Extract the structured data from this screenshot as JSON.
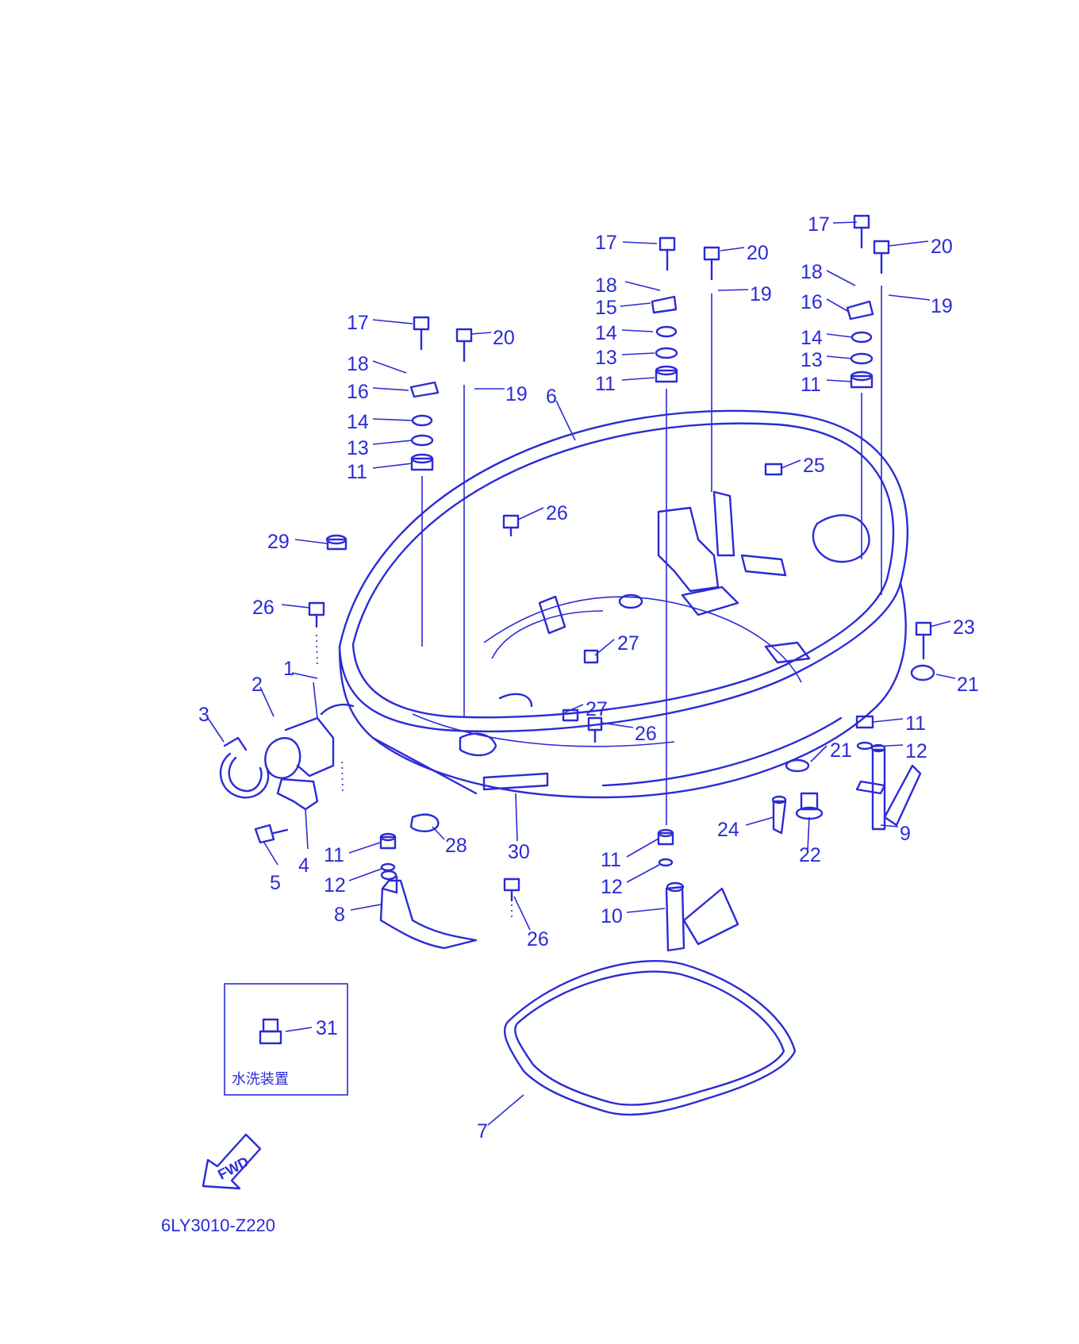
{
  "diagram": {
    "code": "6LY3010-Z220",
    "direction_label": "FWD",
    "inset": {
      "part": "31",
      "caption": "水洗装置"
    },
    "callouts": [
      {
        "text": "17"
      },
      {
        "text": "20"
      },
      {
        "text": "18"
      },
      {
        "text": "19"
      },
      {
        "text": "15"
      },
      {
        "text": "14"
      },
      {
        "text": "13"
      },
      {
        "text": "11"
      },
      {
        "text": "17"
      },
      {
        "text": "20"
      },
      {
        "text": "18"
      },
      {
        "text": "19"
      },
      {
        "text": "16"
      },
      {
        "text": "14"
      },
      {
        "text": "13"
      },
      {
        "text": "11"
      },
      {
        "text": "17"
      },
      {
        "text": "20"
      },
      {
        "text": "18"
      },
      {
        "text": "16"
      },
      {
        "text": "19"
      },
      {
        "text": "14"
      },
      {
        "text": "13"
      },
      {
        "text": "11"
      },
      {
        "text": "6"
      },
      {
        "text": "25"
      },
      {
        "text": "26"
      },
      {
        "text": "29"
      },
      {
        "text": "26"
      },
      {
        "text": "27"
      },
      {
        "text": "1"
      },
      {
        "text": "2"
      },
      {
        "text": "3"
      },
      {
        "text": "27"
      },
      {
        "text": "26"
      },
      {
        "text": "23"
      },
      {
        "text": "21"
      },
      {
        "text": "11"
      },
      {
        "text": "12"
      },
      {
        "text": "21"
      },
      {
        "text": "9"
      },
      {
        "text": "24"
      },
      {
        "text": "22"
      },
      {
        "text": "30"
      },
      {
        "text": "28"
      },
      {
        "text": "4"
      },
      {
        "text": "5"
      },
      {
        "text": "11"
      },
      {
        "text": "12"
      },
      {
        "text": "8"
      },
      {
        "text": "26"
      },
      {
        "text": "11"
      },
      {
        "text": "12"
      },
      {
        "text": "10"
      },
      {
        "text": "7"
      }
    ]
  }
}
